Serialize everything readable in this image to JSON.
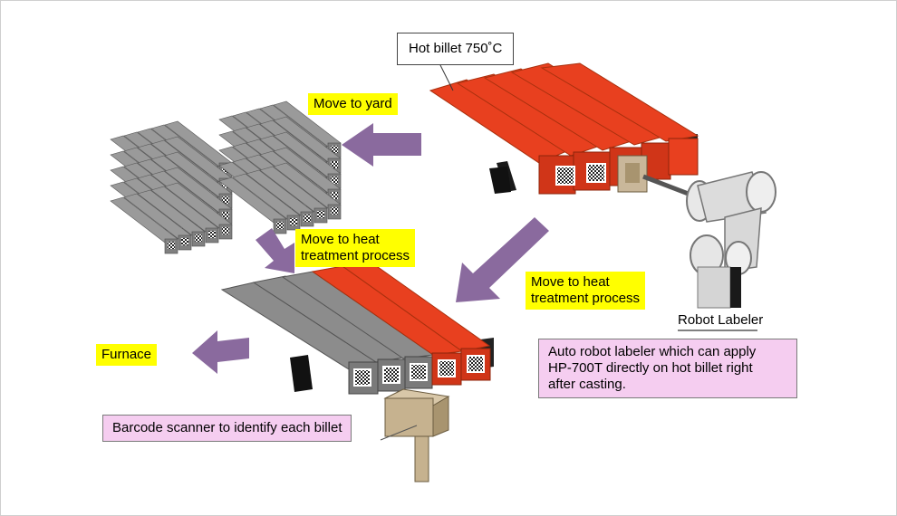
{
  "labels": {
    "hot_billet": "Hot billet 750˚C",
    "move_to_yard": "Move to yard",
    "move_to_heat_left": "Move to heat\ntreatment process",
    "move_to_heat_right": "Move to heat\ntreatment process",
    "furnace": "Furnace",
    "robot_labeler": "Robot Labeler",
    "robot_desc": "Auto robot labeler which can apply\nHP-700T directly on hot billet right\nafter casting.",
    "scanner_desc": "Barcode scanner to identify each billet"
  },
  "colors": {
    "hot_billet": "#e8401f",
    "hot_billet_dark": "#b02a10",
    "cold_billet": "#8c8c8c",
    "cold_billet_dark": "#6a6a6a",
    "arrow": "#8a6a9e",
    "highlight": "#ffff00",
    "callout": "#f5cdf0"
  },
  "icons": [
    "qr-code-icon",
    "robot-arm-icon",
    "barcode-scanner-icon",
    "arrow-icon"
  ]
}
